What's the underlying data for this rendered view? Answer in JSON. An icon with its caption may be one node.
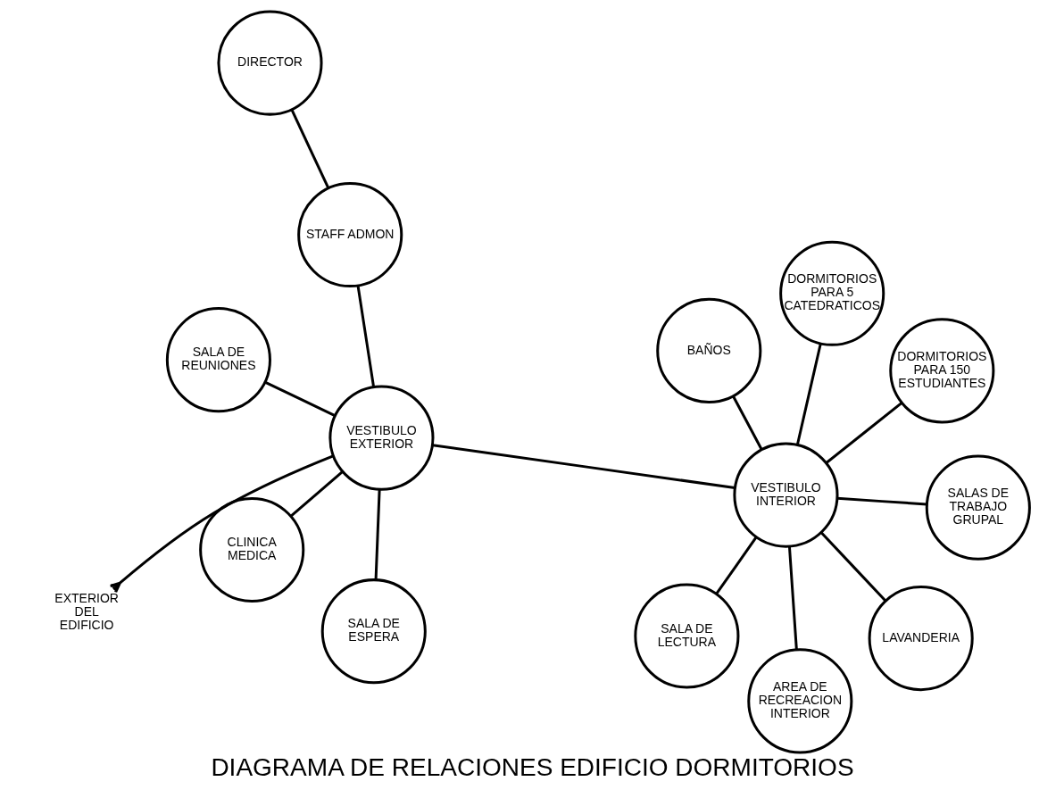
{
  "diagram": {
    "title": "DIAGRAMA DE RELACIONES EDIFICIO DORMITORIOS",
    "nodes": [
      {
        "text": [
          "VESTIBULO EXTERIOR"
        ]
      },
      {
        "text": [
          "SALA DE ESPERA"
        ]
      },
      {
        "text": [
          "CLINICA MEDICA"
        ]
      },
      {
        "text": [
          "SALA DE REUNIONES"
        ]
      },
      {
        "text": [
          "DIRECTOR"
        ]
      },
      {
        "text": [
          "STAFF ADMON"
        ]
      },
      {
        "text": [
          "EXTERIOR DEL EDIFICIO"
        ]
      },
      {
        "text": [
          "VESTIBULO INTERIOR"
        ]
      },
      {
        "text": [
          "SALA DE LECTURA"
        ]
      },
      {
        "text": [
          "LAVANDERIA"
        ]
      },
      {
        "text": [
          "AREA DE RECREACION INTERIOR"
        ]
      },
      {
        "text": [
          "BAÑOS"
        ]
      },
      {
        "text": [
          "SALAS DE TRABAJO GRUPAL"
        ]
      },
      {
        "text": [
          "DORMITORIOS PARA 150 ESTUDIANTES"
        ]
      },
      {
        "text": [
          "DORMITORIOS PARA 5 CATEDRATICOS"
        ]
      }
    ],
    "edges": [
      {
        "from": 0,
        "to": 1,
        "arrow": "none"
      },
      {
        "from": 0,
        "to": 2,
        "arrow": "none"
      },
      {
        "from": 0,
        "to": 3,
        "arrow": "none"
      },
      {
        "from": 0,
        "to": 5,
        "arrow": "none"
      },
      {
        "from": 4,
        "to": 5,
        "arrow": "none"
      },
      {
        "from": 0,
        "to": 6,
        "arrow": "other"
      },
      {
        "from": 0,
        "to": 7,
        "arrow": "none"
      },
      {
        "from": 7,
        "to": 8,
        "arrow": "none"
      },
      {
        "from": 7,
        "to": 9,
        "arrow": "none"
      },
      {
        "from": 7,
        "to": 10,
        "arrow": "none"
      },
      {
        "from": 7,
        "to": 11,
        "arrow": "none"
      },
      {
        "from": 7,
        "to": 12,
        "arrow": "none"
      },
      {
        "from": 7,
        "to": 13,
        "arrow": "none"
      },
      {
        "from": 7,
        "to": 14,
        "arrow": "none"
      }
    ]
  }
}
